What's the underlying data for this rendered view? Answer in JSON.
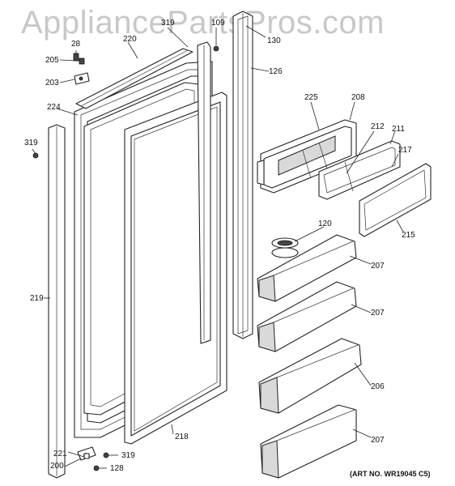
{
  "watermark": "AppliancePartsPros.com",
  "art_number": "(ART NO. WR19045 C5)",
  "labels": {
    "l319a": "319",
    "l109": "109",
    "l28": "28",
    "l220": "220",
    "l130": "130",
    "l205": "205",
    "l126": "126",
    "l203": "203",
    "l225": "225",
    "l208": "208",
    "l224": "224",
    "l212": "212",
    "l211": "211",
    "l319b": "319",
    "l217": "217",
    "l120": "120",
    "l215": "215",
    "l207a": "207",
    "l219": "219",
    "l207b": "207",
    "l206": "206",
    "l218": "218",
    "l221": "221",
    "l319c": "319",
    "l207c": "207",
    "l200": "200",
    "l128": "128"
  }
}
